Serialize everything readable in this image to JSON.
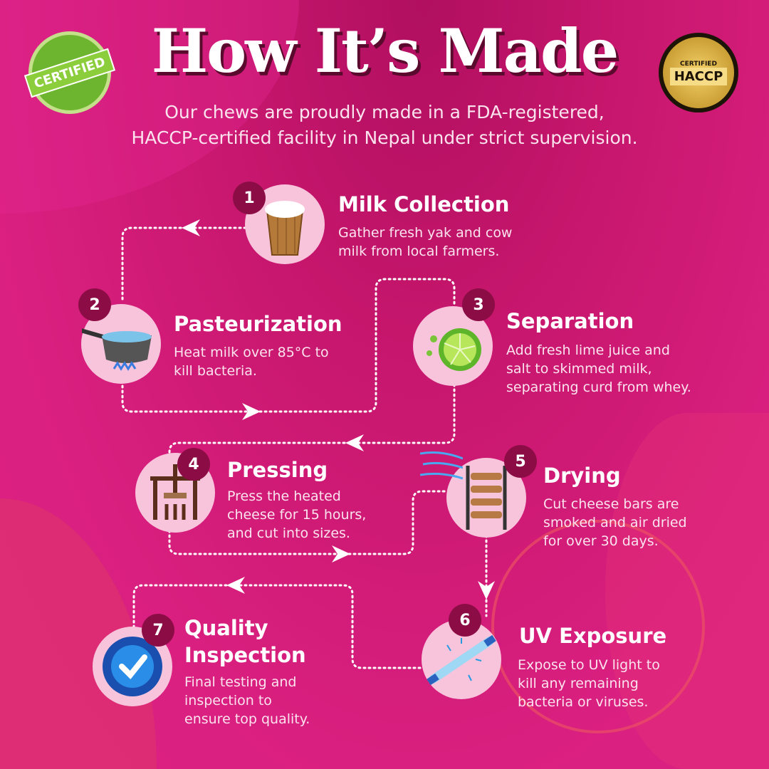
{
  "header": {
    "title": "How It’s Made",
    "subtitle_line1": "Our chews are proudly made in a FDA-registered,",
    "subtitle_line2": "HACCP-certified facility in Nepal under strict supervision."
  },
  "seals": {
    "left": "CERTIFIED",
    "right": "HACCP",
    "right_ring": "CERTIFIED"
  },
  "colors": {
    "background": "#d91f7f",
    "circle": "#f8c4dc",
    "badge": "#8c0d45"
  },
  "steps": [
    {
      "number": "1",
      "title": "Milk Collection",
      "desc": [
        "Gather fresh yak and cow",
        "milk from local farmers."
      ],
      "icon": "milk-bucket-icon"
    },
    {
      "number": "2",
      "title": "Pasteurization",
      "desc": [
        "Heat milk over 85°C to",
        "kill bacteria."
      ],
      "icon": "boiling-pot-icon"
    },
    {
      "number": "3",
      "title": "Separation",
      "desc": [
        "Add fresh lime juice and",
        "salt to skimmed milk,",
        "separating curd from whey."
      ],
      "icon": "lime-icon"
    },
    {
      "number": "4",
      "title": "Pressing",
      "desc": [
        "Press the heated",
        "cheese for 15 hours,",
        "and cut into sizes."
      ],
      "icon": "press-icon"
    },
    {
      "number": "5",
      "title": "Drying",
      "desc": [
        "Cut cheese bars are",
        "smoked and air dried",
        "for over 30 days."
      ],
      "icon": "drying-rack-icon"
    },
    {
      "number": "6",
      "title": "UV Exposure",
      "desc": [
        "Expose to UV light to",
        "kill any remaining",
        "bacteria or viruses."
      ],
      "icon": "uv-lamp-icon"
    },
    {
      "number": "7",
      "title": "Quality",
      "title2": "Inspection",
      "desc": [
        "Final testing and",
        "inspection to",
        "ensure top quality."
      ],
      "icon": "quality-check-icon"
    }
  ]
}
